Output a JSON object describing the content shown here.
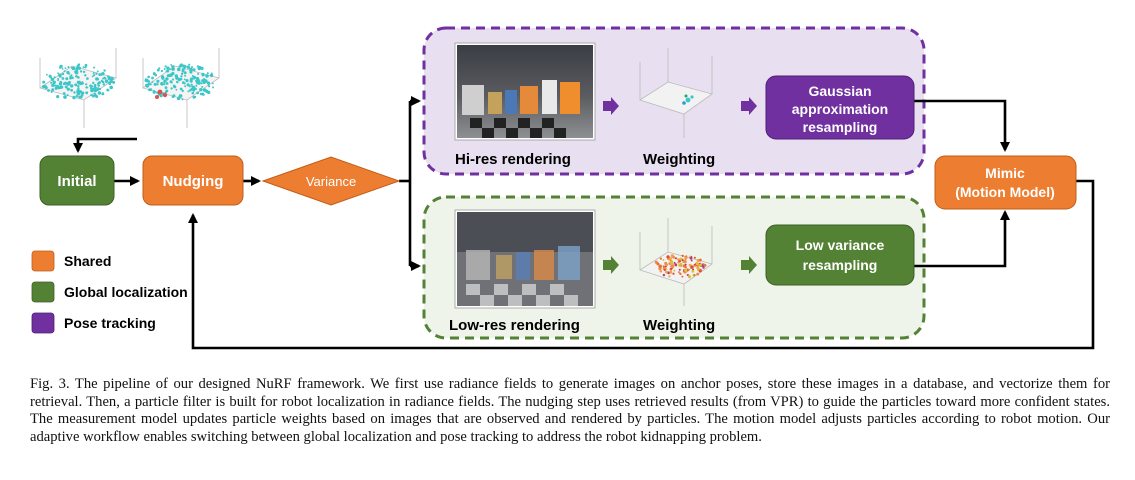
{
  "nodes": {
    "initial": "Initial",
    "nudging": "Nudging",
    "variance": "Variance",
    "gaussian_line1": "Gaussian",
    "gaussian_line2": "approximation",
    "gaussian_line3": "resampling",
    "lowvar_line1": "Low variance",
    "lowvar_line2": "resampling",
    "mimic_line1": "Mimic",
    "mimic_line2": "(Motion Model)"
  },
  "panels": {
    "hires_label": "Hi-res rendering",
    "hires_weighting": "Weighting",
    "lowres_label": "Low-res rendering",
    "lowres_weighting": "Weighting"
  },
  "legend": [
    {
      "label": "Shared",
      "color": "#ed7d31"
    },
    {
      "label": "Global localization",
      "color": "#548235"
    },
    {
      "label": "Pose tracking",
      "color": "#7030a0"
    }
  ],
  "colors": {
    "orange": "#ed7d31",
    "green": "#548235",
    "purple": "#7030a0",
    "purple_panel_fill": "#e8dff0",
    "green_panel_fill": "#eef4ea"
  },
  "caption": "Fig. 3.  The pipeline of our designed NuRF framework. We first use radiance fields to generate images on anchor poses, store these images in a database, and vectorize them for retrieval. Then, a particle filter is built for robot localization in radiance fields. The nudging step uses retrieved results (from VPR) to guide the particles toward more confident states. The measurement model updates particle weights based on images that are observed and rendered by particles. The motion model adjusts particles according to robot motion. Our adaptive workflow enables switching between global localization and pose tracking to address the robot kidnapping problem."
}
